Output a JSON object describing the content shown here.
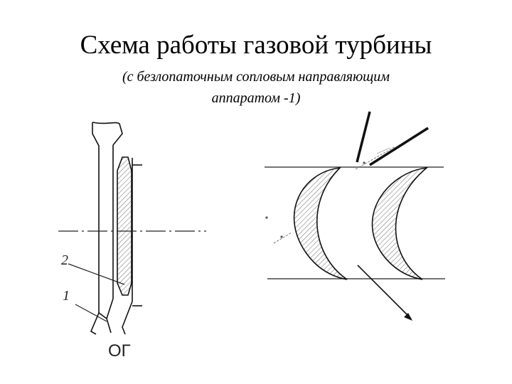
{
  "header": {
    "title": "Схема работы газовой турбины",
    "subtitle_line1": "(с безлопаточным  сопловым направляющим",
    "subtitle_line2": "аппаратом -1)"
  },
  "labels": {
    "label_2": "2",
    "label_1": "1",
    "label_og": "ОГ"
  }
}
